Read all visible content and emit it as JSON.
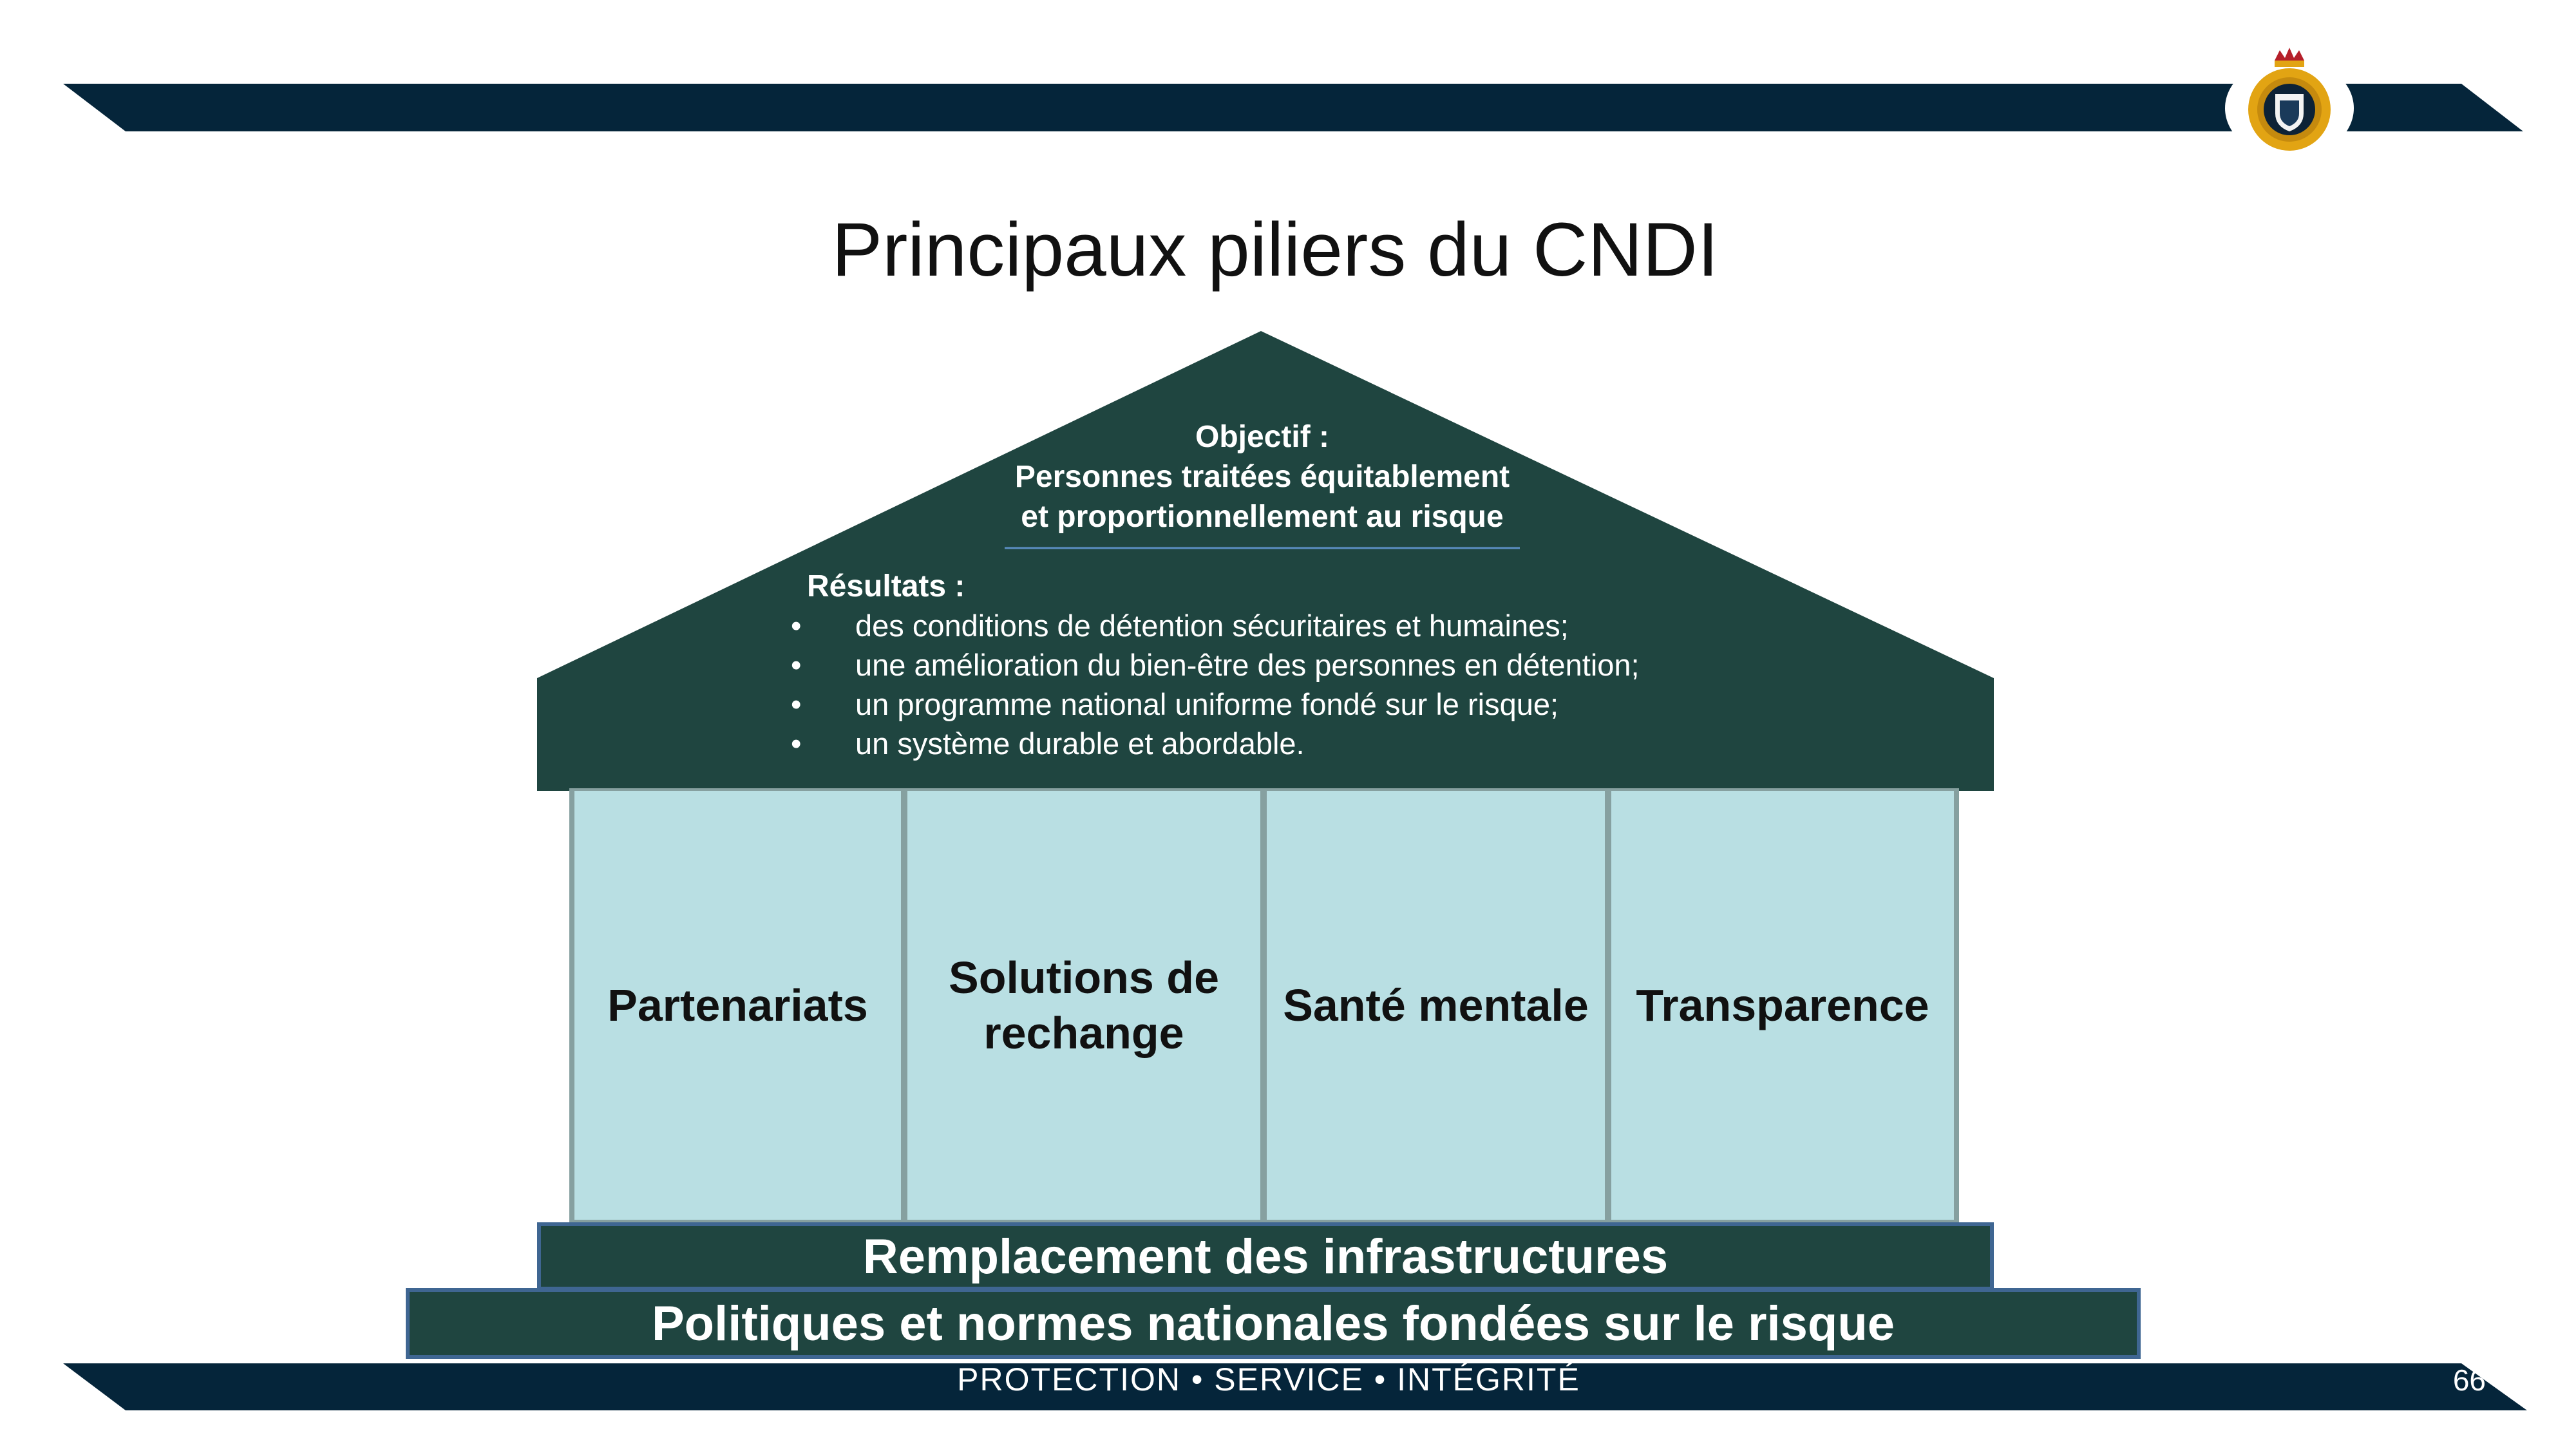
{
  "title": "Principaux piliers du CNDI",
  "roof": {
    "objective_label": "Objectif :",
    "objective_lines": [
      "Personnes traitées équitablement",
      "et proportionnellement au risque"
    ],
    "results_label": "Résultats :",
    "bullet_symbol": "•",
    "results": [
      "des conditions de détention sécuritaires et humaines;",
      "une amélioration du bien-être des personnes en détention;",
      "un programme national uniforme fondé sur le risque;",
      "un système durable et abordable."
    ]
  },
  "pillars": [
    "Partenariats",
    "Solutions de rechange",
    "Santé mentale",
    "Transparence"
  ],
  "foundation": {
    "upper": "Remplacement des infrastructures",
    "lower": "Politiques et normes nationales fondées sur le risque"
  },
  "footer": {
    "motto": "PROTECTION • SERVICE • INTÉGRITÉ",
    "page_number": "66"
  },
  "colors": {
    "navy_band": "#05253a",
    "roof_green": "#1f4540",
    "pillar_fill": "#b9dfe3",
    "pillar_border": "#86a0a0",
    "step_border": "#3f6692",
    "emblem_gold": "#e2a413"
  }
}
